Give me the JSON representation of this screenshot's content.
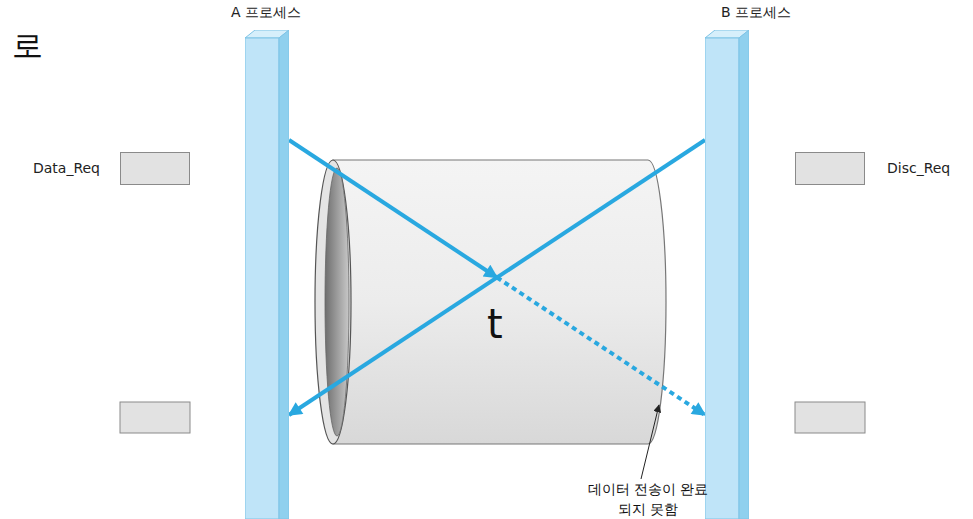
{
  "diagram": {
    "nodes": [
      {
        "text": [
          "A 프로세스"
        ]
      },
      {
        "text": [
          "B 프로세스"
        ]
      },
      {
        "text": [
          "Data_Req"
        ]
      },
      {
        "text": [
          "Disc_Req"
        ]
      }
    ],
    "edges": [
      {
        "from": 0,
        "to": 1,
        "arrow": "to"
      },
      {
        "from": 1,
        "to": 0,
        "arrow": "to"
      }
    ],
    "labels": [
      "로",
      "t",
      "데이터 전송이 완료되지 못함"
    ]
  }
}
